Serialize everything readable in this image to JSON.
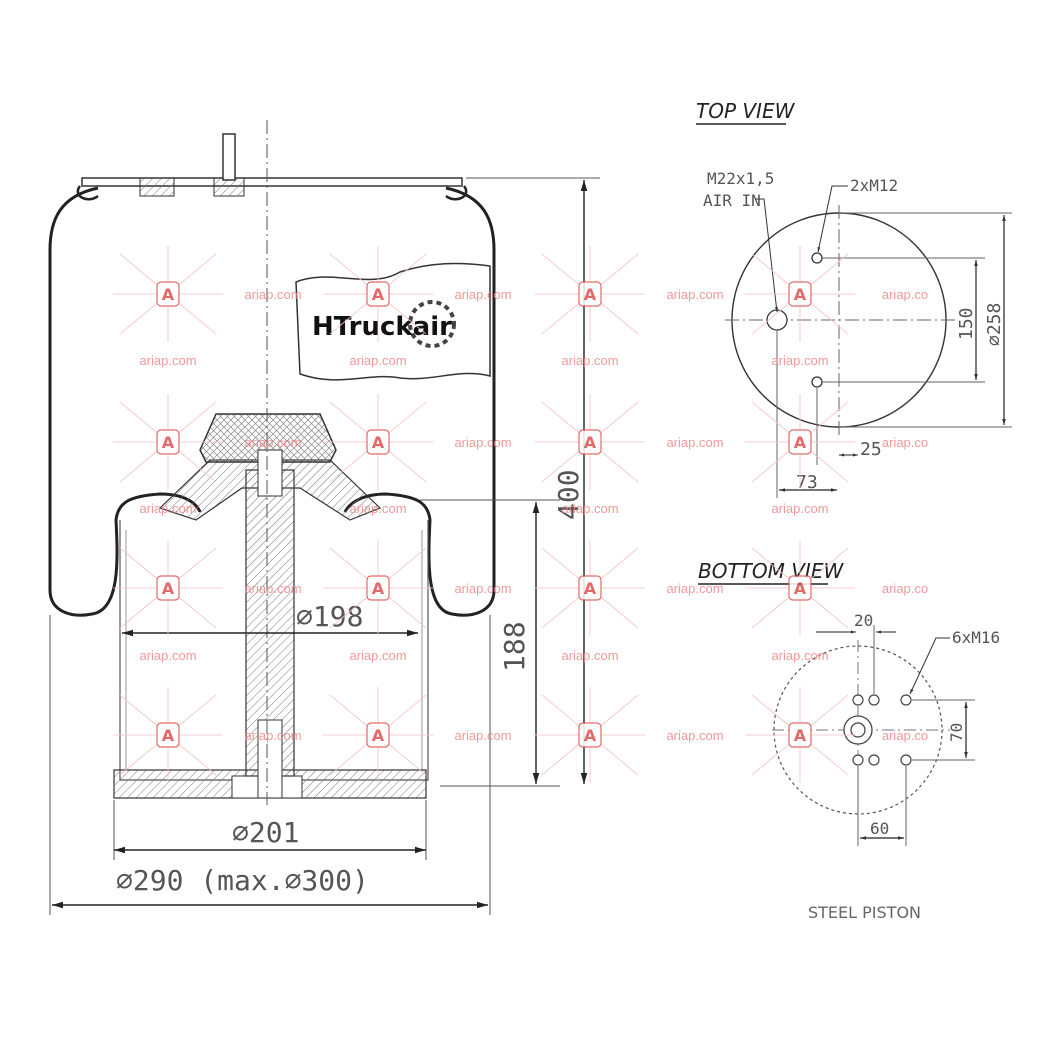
{
  "views": {
    "top_title": "TOP VIEW",
    "bottom_title": "BOTTOM VIEW"
  },
  "brand": {
    "logo_text": "HTruckair"
  },
  "side_view": {
    "dim_198": "⌀198",
    "dim_201": "⌀201",
    "dim_290": "⌀290 (max.⌀300)",
    "dim_188": "188",
    "dim_400": "400"
  },
  "top_view": {
    "label_air_thread": "M22x1,5",
    "label_air_in": "AIR IN",
    "label_bolts": "2xM12",
    "dim_150": "150",
    "dim_258": "⌀258",
    "dim_25": "25",
    "dim_73": "73"
  },
  "bottom_view": {
    "label_holes": "6xM16",
    "dim_20": "20",
    "dim_70": "70",
    "dim_60": "60"
  },
  "caption": "STEEL PISTON",
  "watermark": {
    "text": "ariap.com",
    "text_cut": "ariap.co",
    "badge": "A",
    "color": "#e05050"
  }
}
